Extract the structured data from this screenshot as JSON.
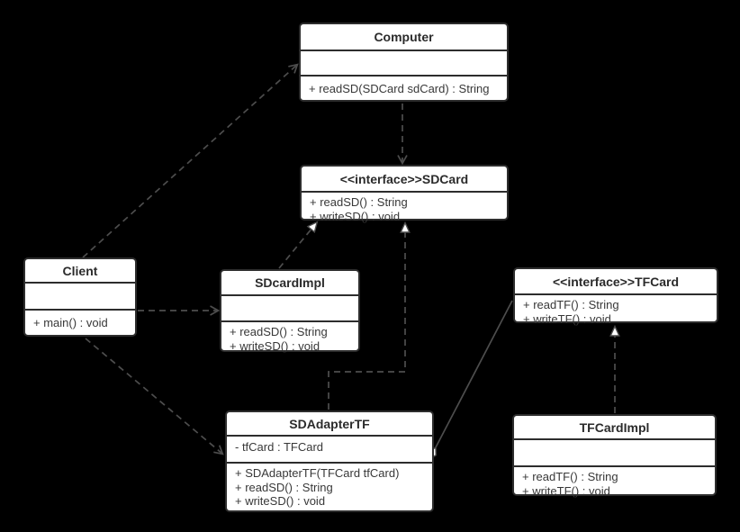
{
  "diagram": {
    "kind": "uml-class-diagram",
    "background_color": "#000000",
    "box_fill_color": "#ffffff",
    "box_border_color": "#2d2d2d",
    "connector_color": "#4d4d4d",
    "text_color": "#383838"
  },
  "classes": {
    "computer": {
      "name": "Computer",
      "attributes": [],
      "methods": [
        "+ readSD(SDCard sdCard) : String"
      ]
    },
    "sdcard": {
      "name": "<<interface>>SDCard",
      "methods": [
        "+ readSD() : String",
        "+ writeSD() : void"
      ]
    },
    "client": {
      "name": "Client",
      "attributes": [],
      "methods": [
        "+ main() : void"
      ]
    },
    "sdcardimpl": {
      "name": "SDcardImpl",
      "attributes": [],
      "methods": [
        "+ readSD() : String",
        "+ writeSD() : void"
      ]
    },
    "tfcard": {
      "name": "<<interface>>TFCard",
      "methods": [
        "+ readTF() : String",
        "+ writeTF() : void"
      ]
    },
    "sdadaptertf": {
      "name": "SDAdapterTF",
      "attributes": [
        "- tfCard : TFCard"
      ],
      "methods": [
        "+ SDAdapterTF(TFCard tfCard)",
        "+ readSD() : String",
        "+ writeSD() : void"
      ]
    },
    "tfcardimpl": {
      "name": "TFCardImpl",
      "attributes": [],
      "methods": [
        "+ readTF() : String",
        "+ writeTF() : void"
      ]
    }
  },
  "connectors": [
    {
      "from": "Client",
      "to": "Computer",
      "type": "dependency",
      "line": "dashed",
      "head": "open-arrow"
    },
    {
      "from": "Computer",
      "to": "SDCard",
      "type": "dependency",
      "line": "dashed",
      "head": "open-arrow"
    },
    {
      "from": "Client",
      "to": "SDcardImpl",
      "type": "dependency",
      "line": "dashed",
      "head": "open-arrow"
    },
    {
      "from": "Client",
      "to": "SDAdapterTF",
      "type": "dependency",
      "line": "dashed",
      "head": "open-arrow"
    },
    {
      "from": "SDcardImpl",
      "to": "SDCard",
      "type": "realization",
      "line": "dashed",
      "head": "hollow-triangle"
    },
    {
      "from": "SDAdapterTF",
      "to": "SDCard",
      "type": "realization",
      "line": "dashed",
      "head": "hollow-triangle"
    },
    {
      "from": "TFCardImpl",
      "to": "TFCard",
      "type": "realization",
      "line": "dashed",
      "head": "hollow-triangle"
    },
    {
      "from": "SDAdapterTF",
      "to": "TFCard",
      "type": "aggregation",
      "line": "solid",
      "head": "hollow-diamond"
    }
  ]
}
